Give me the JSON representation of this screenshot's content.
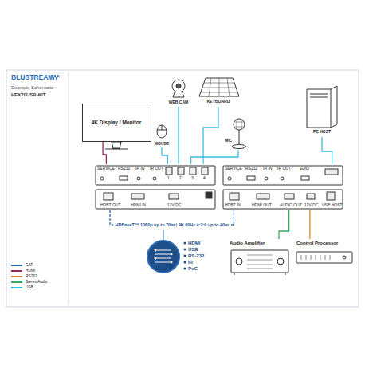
{
  "diagram": {
    "title": "Example Schematic",
    "nodes": [
      {
        "text": [
          "4K Display / Monitor"
        ]
      },
      {
        "text": [
          "WEB CAM"
        ]
      },
      {
        "text": [
          "KEYBOARD"
        ]
      },
      {
        "text": [
          "MOUSE"
        ]
      },
      {
        "text": [
          "MIC"
        ]
      },
      {
        "text": [
          "PC HOST"
        ]
      },
      {
        "text": [
          "SERVICE",
          "RS232",
          "IR IN",
          "IR OUT",
          "1",
          "2",
          "3",
          "4",
          "HDBT OUT",
          "HDMI IN",
          "12V DC"
        ]
      },
      {
        "text": [
          "SERVICE",
          "RS232",
          "IR IN",
          "IR OUT",
          "EDID",
          "HDBT IN",
          "HDMI OUT",
          "AUDIO OUT",
          "12V DC",
          "USB HOST"
        ]
      },
      {
        "text": [
          "Audio Amplifier"
        ]
      },
      {
        "text": [
          "Control Processor"
        ]
      }
    ],
    "edges": [
      {
        "from": 0,
        "to": 6,
        "arrow": "none"
      },
      {
        "from": 1,
        "to": 6,
        "arrow": "none"
      },
      {
        "from": 2,
        "to": 6,
        "arrow": "none"
      },
      {
        "from": 3,
        "to": 6,
        "arrow": "none"
      },
      {
        "from": 4,
        "to": 6,
        "arrow": "none"
      },
      {
        "from": 6,
        "to": 7,
        "label": "HDBaseT™ 1080p up to 70m | 4K 60Hz 4:2:0 up to 40m",
        "arrow": "none"
      },
      {
        "from": 5,
        "to": 7,
        "arrow": "none"
      },
      {
        "from": 7,
        "to": 8,
        "arrow": "none"
      },
      {
        "from": 7,
        "to": 9,
        "arrow": "none"
      }
    ],
    "labels": [
      "BLUSTREAM",
      "HEX70USB-KIT",
      "HDMI",
      "USB",
      "RS-232",
      "IR",
      "PoC"
    ],
    "legend": [
      {
        "text": "CAT",
        "color": "#2f6db5"
      },
      {
        "text": "HDMI",
        "color": "#8e2a5e"
      },
      {
        "text": "RS232",
        "color": "#e8862b"
      },
      {
        "text": "Stereo Audio",
        "color": "#3aaa5c"
      },
      {
        "text": "USB",
        "color": "#3bbfe0"
      }
    ]
  }
}
